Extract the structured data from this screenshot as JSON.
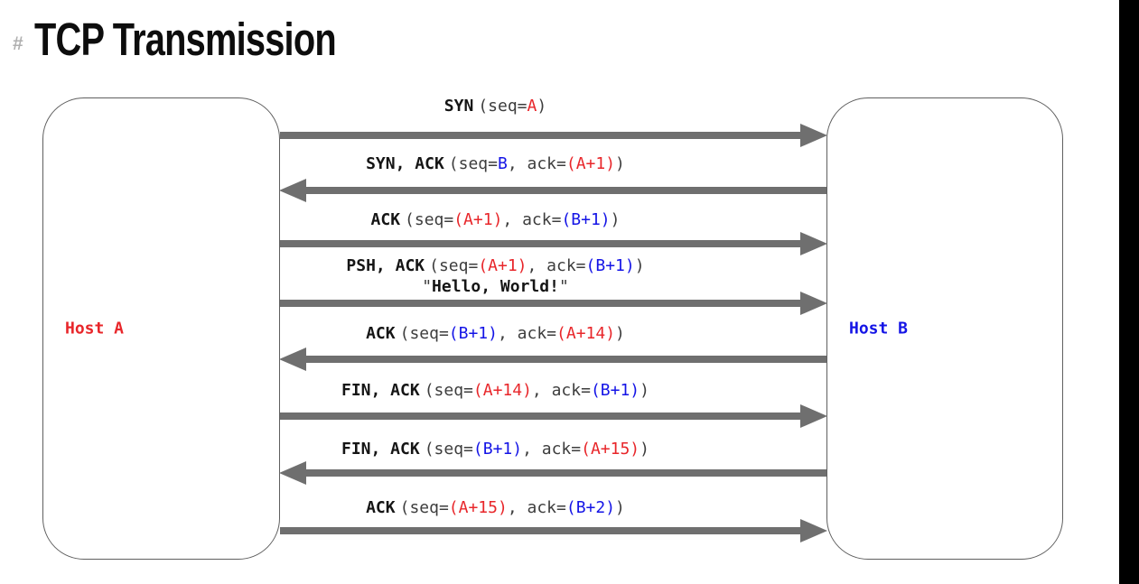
{
  "header": {
    "marker": "#",
    "title": "TCP Transmission"
  },
  "hosts": {
    "a": {
      "label": "Host A"
    },
    "b": {
      "label": "Host B"
    }
  },
  "colors": {
    "red": "#e8262a",
    "blue": "#1414e6",
    "gray_text": "#3d3d3d",
    "flag_text": "#151515",
    "arrow": "#6f6f6f",
    "box_border": "#5f5f5f",
    "heading_marker": "#b0b0b0",
    "side_strip": "#000000"
  },
  "messages": [
    {
      "flags": "SYN",
      "direction": "right",
      "segments": [
        {
          "text": "(seq=",
          "color": "gray"
        },
        {
          "text": "A",
          "color": "red"
        },
        {
          "text": ")",
          "color": "gray"
        }
      ]
    },
    {
      "flags": "SYN, ACK",
      "direction": "left",
      "segments": [
        {
          "text": "(seq=",
          "color": "gray"
        },
        {
          "text": "B",
          "color": "blue"
        },
        {
          "text": ", ack=",
          "color": "gray"
        },
        {
          "text": "(A+1)",
          "color": "red"
        },
        {
          "text": ")",
          "color": "gray"
        }
      ]
    },
    {
      "flags": "ACK",
      "direction": "right",
      "segments": [
        {
          "text": "(seq=",
          "color": "gray"
        },
        {
          "text": "(A+1)",
          "color": "red"
        },
        {
          "text": ", ack=",
          "color": "gray"
        },
        {
          "text": "(B+1)",
          "color": "blue"
        },
        {
          "text": ")",
          "color": "gray"
        }
      ]
    },
    {
      "flags": "PSH, ACK",
      "direction": "right",
      "segments": [
        {
          "text": "(seq=",
          "color": "gray"
        },
        {
          "text": "(A+1)",
          "color": "red"
        },
        {
          "text": ", ack=",
          "color": "gray"
        },
        {
          "text": "(B+1)",
          "color": "blue"
        },
        {
          "text": ")",
          "color": "gray"
        }
      ],
      "payload": {
        "quote": "\"",
        "text": "Hello, World!"
      }
    },
    {
      "flags": "ACK",
      "direction": "left",
      "segments": [
        {
          "text": "(seq=",
          "color": "gray"
        },
        {
          "text": "(B+1)",
          "color": "blue"
        },
        {
          "text": ", ack=",
          "color": "gray"
        },
        {
          "text": "(A+14)",
          "color": "red"
        },
        {
          "text": ")",
          "color": "gray"
        }
      ]
    },
    {
      "flags": "FIN, ACK",
      "direction": "right",
      "segments": [
        {
          "text": "(seq=",
          "color": "gray"
        },
        {
          "text": "(A+14)",
          "color": "red"
        },
        {
          "text": ", ack=",
          "color": "gray"
        },
        {
          "text": "(B+1)",
          "color": "blue"
        },
        {
          "text": ")",
          "color": "gray"
        }
      ]
    },
    {
      "flags": "FIN, ACK",
      "direction": "left",
      "segments": [
        {
          "text": "(seq=",
          "color": "gray"
        },
        {
          "text": "(B+1)",
          "color": "blue"
        },
        {
          "text": ", ack=",
          "color": "gray"
        },
        {
          "text": "(A+15)",
          "color": "red"
        },
        {
          "text": ")",
          "color": "gray"
        }
      ]
    },
    {
      "flags": "ACK",
      "direction": "right",
      "segments": [
        {
          "text": "(seq=",
          "color": "gray"
        },
        {
          "text": "(A+15)",
          "color": "red"
        },
        {
          "text": ", ack=",
          "color": "gray"
        },
        {
          "text": "(B+2)",
          "color": "blue"
        },
        {
          "text": ")",
          "color": "gray"
        }
      ]
    }
  ]
}
